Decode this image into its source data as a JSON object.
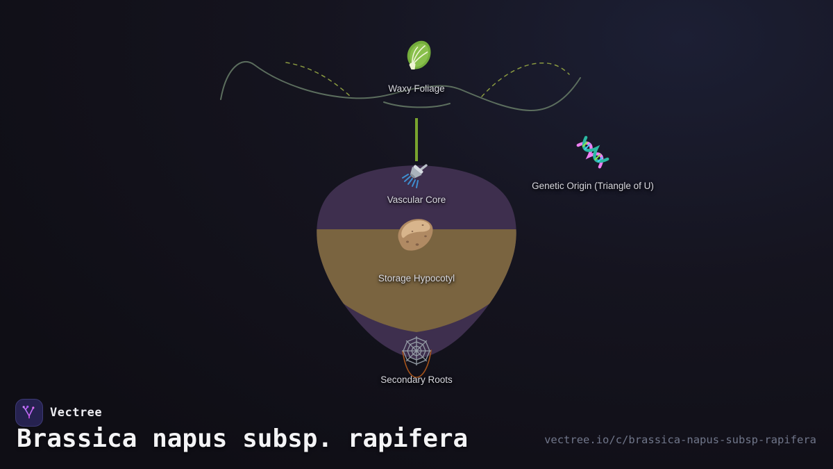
{
  "brand": {
    "name": "Vectree",
    "logo_icon": "vectree-logo-icon"
  },
  "title": "Brassica napus subsp. rapifera",
  "footer_url": "vectree.io/c/brassica-napus-subsp-rapifera",
  "diagram": {
    "nodes": [
      {
        "id": "waxy-foliage",
        "label": "Waxy Foliage",
        "icon": "leafy-green-icon"
      },
      {
        "id": "vascular-core",
        "label": "Vascular Core",
        "icon": "shower-icon"
      },
      {
        "id": "storage-hypocotyl",
        "label": "Storage Hypocotyl",
        "icon": "potato-icon"
      },
      {
        "id": "secondary-roots",
        "label": "Secondary Roots",
        "icon": "spider-web-icon"
      },
      {
        "id": "genetic-origin",
        "label": "Genetic Origin (Triangle of U)",
        "icon": "dna-icon"
      }
    ],
    "colors": {
      "background_glow": "#1c1f34",
      "background": "#12111c",
      "turnip_body": "#3e2f4e",
      "soil_band": "#7a6440",
      "foliage_line": "#5c6e5e",
      "foliage_dashed_line": "#8a9a40",
      "stem_line": "#79a42e",
      "root_line": "#a6531b",
      "accent_purple": "#8b5cf6",
      "accent_magenta": "#d946ef"
    }
  }
}
